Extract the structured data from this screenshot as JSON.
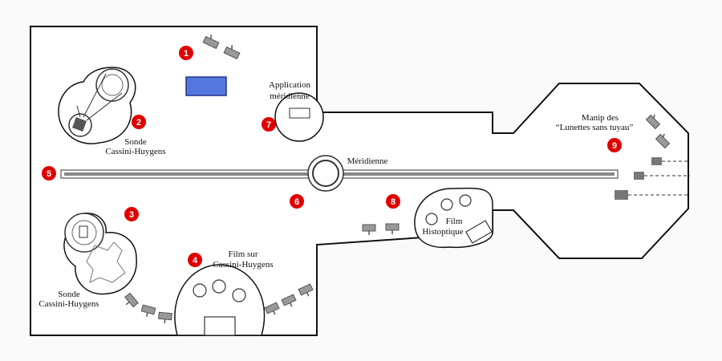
{
  "numbers": {
    "n1": "1",
    "n2": "2",
    "n3": "3",
    "n4": "4",
    "n5": "5",
    "n6": "6",
    "n7": "7",
    "n8": "8",
    "n9": "9"
  },
  "labels": {
    "sonde_a_1": "Sonde",
    "sonde_a_2": "Cassini-Huygens",
    "sonde_b_1": "Sonde",
    "sonde_b_2": "Cassini-Huygens",
    "application_1": "Application",
    "application_2": "méridienne",
    "meridienne": "Méridienne",
    "film_cassini_1": "Film sur",
    "film_cassini_2": "Cassini-Huygens",
    "film_histo_1": "Film",
    "film_histo_2": "Histoptique",
    "manip_1": "Manip des",
    "manip_2": "“Lunettes sans tuyau”"
  },
  "colors": {
    "marker": "#e00000",
    "wall": "#111111",
    "screen_fill": "#5577dd",
    "screen_stroke": "#223388",
    "meridian_line": "#888888",
    "device": "#999999"
  }
}
